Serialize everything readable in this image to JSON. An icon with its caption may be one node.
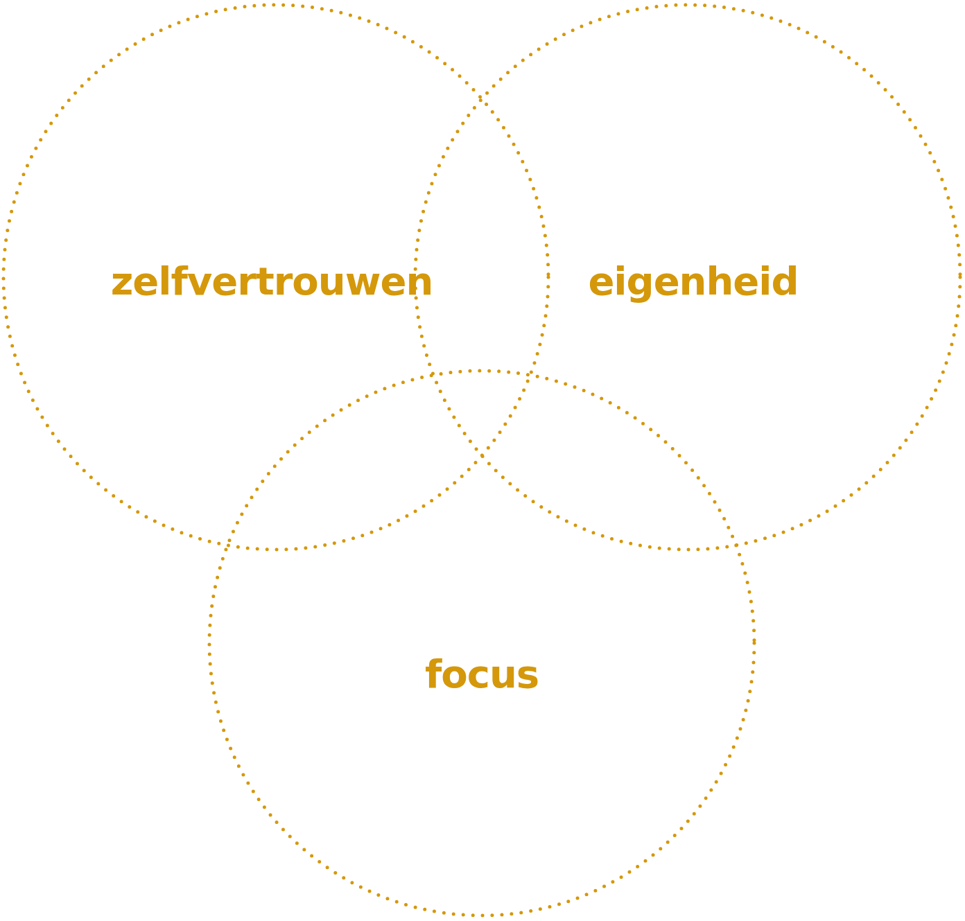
{
  "diagram": {
    "nodes": [
      {
        "text": [
          "zelfvertrouwen"
        ]
      },
      {
        "text": [
          "eigenheid"
        ]
      },
      {
        "text": [
          "focus"
        ]
      }
    ]
  }
}
